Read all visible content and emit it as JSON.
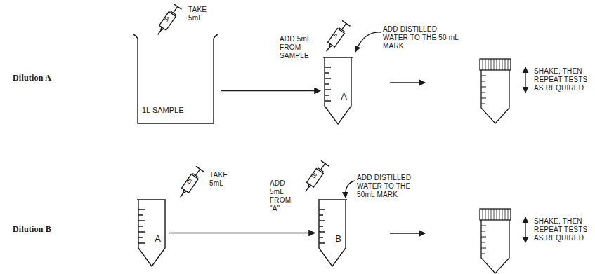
{
  "diagram": {
    "nodes": [
      {
        "text": [
          "A"
        ]
      },
      {
        "text": [
          "1L SAMPLE"
        ]
      },
      {
        "text": [
          "A"
        ]
      },
      {
        "text": [
          "A"
        ]
      },
      {
        "text": [
          "A"
        ]
      },
      {
        "text": [
          "B"
        ]
      },
      {
        "text": [
          "B"
        ]
      },
      {
        "text": [
          "B"
        ]
      }
    ],
    "edges": [
      {
        "from": 1,
        "to": 3,
        "arrow": "to"
      },
      {
        "from": 4,
        "to": 7,
        "arrow": "to"
      }
    ],
    "labels": [
      "Dilution A",
      "TAKE 5mL",
      "ADD 5mL FROM SAMPLE",
      "ADD DISTILLED WATER TO THE 50 mL MARK",
      "SHAKE, THEN REPEAT TESTS AS REQUIRED",
      "Dilution B",
      "TAKE 5mL",
      "ADD 5mL FROM \"A\"",
      "ADD DISTILLED WATER TO THE 50mL MARK",
      "SHAKE, THEN REPEAT TESTS AS REQUIRED"
    ]
  }
}
